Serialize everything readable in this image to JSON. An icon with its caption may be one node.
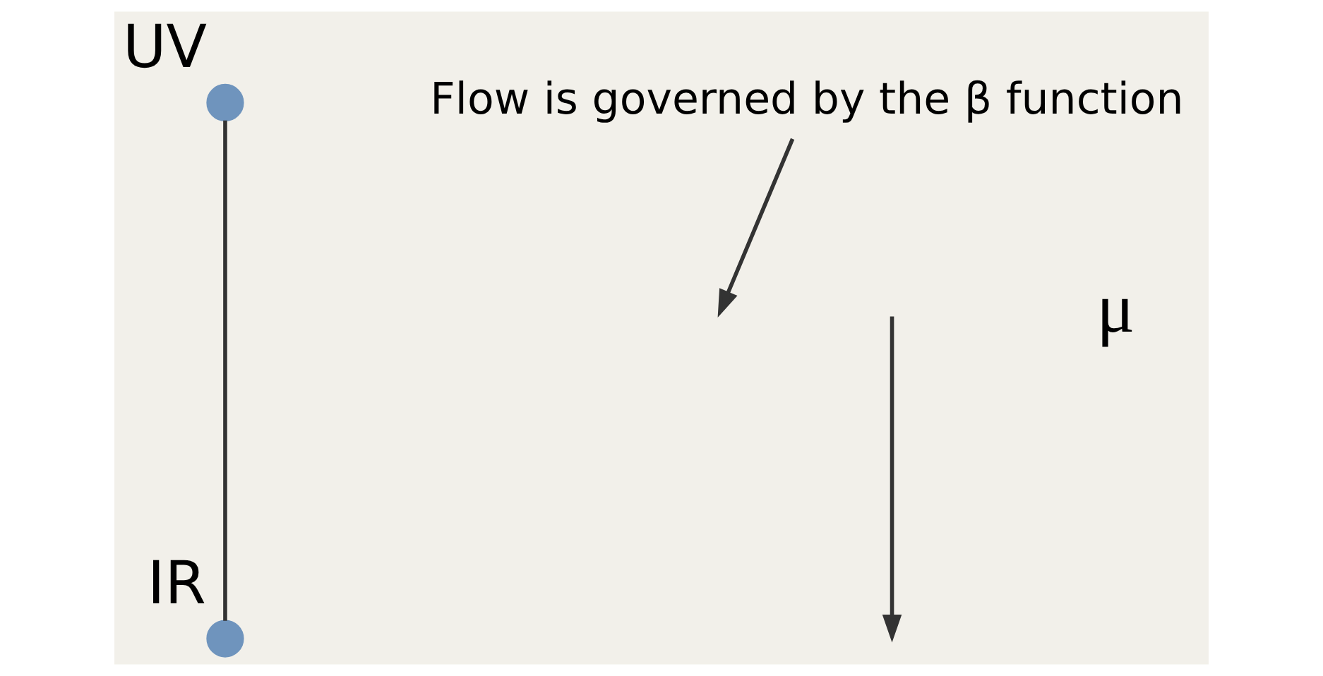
{
  "diagram": {
    "nodes": [
      {
        "text": [],
        "shape": "circle",
        "beside": [
          "UV"
        ]
      },
      {
        "text": [],
        "shape": "circle",
        "beside": [
          "IR"
        ]
      },
      {
        "text": [
          "Flow is governed by the β function"
        ]
      }
    ],
    "edges": [
      {
        "from": 0,
        "to": 1,
        "arrow": "none"
      },
      {
        "from": 2,
        "to": null,
        "arrow": "to"
      }
    ],
    "labels": [
      "μ"
    ]
  }
}
